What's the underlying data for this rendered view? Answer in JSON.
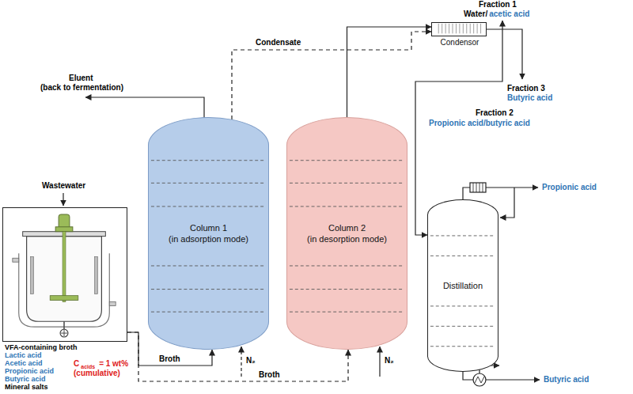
{
  "diagram": {
    "nodes": [
      {
        "text": [
          "VFA-containing broth",
          "Lactic acid",
          "Acetic acid",
          "Propionic acid",
          "Butyric acid",
          "Mineral salts"
        ]
      },
      {
        "text": [
          "Column 1",
          "(in adsorption mode)"
        ]
      },
      {
        "text": [
          "Column 2",
          "(in desorption mode)"
        ]
      },
      {
        "text": [
          "Condensor"
        ]
      },
      {
        "text": [
          "Distillation"
        ]
      }
    ],
    "edges": [
      {
        "from": 0,
        "to": 1,
        "arrow": "to",
        "label": "Broth"
      },
      {
        "from": 0,
        "to": 2,
        "arrow": "to",
        "label": "Broth"
      },
      {
        "from": 1,
        "to": 3,
        "arrow": "to",
        "label": "Condensate"
      },
      {
        "from": 2,
        "to": 3,
        "arrow": "to"
      },
      {
        "from": 3,
        "to": 4,
        "arrow": "to"
      }
    ],
    "labels": [
      "Wastewater",
      "Eluent",
      "(back to fermentation)",
      "Fraction 1",
      "Water/",
      "acetic acid",
      "Fraction 2",
      "Propionic acid/butyric acid",
      "Fraction 3",
      "Butyric acid",
      "Propionic acid",
      "Butyric acid",
      "N₂",
      "N₂",
      "C",
      "acids",
      "= 1 wt%",
      "(cumulative)"
    ]
  }
}
